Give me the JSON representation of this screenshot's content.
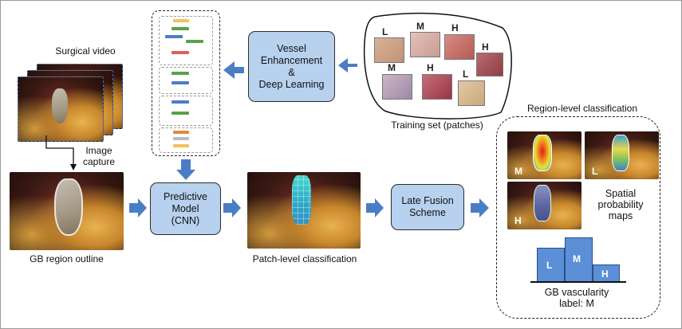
{
  "labels": {
    "surgical_video": "Surgical video",
    "image_capture": "Image\ncapture",
    "gb_region_outline": "GB region outline",
    "patch_level": "Patch-level classification",
    "training_set": "Training set (patches)",
    "region_level": "Region-level classification",
    "spatial_maps": "Spatial\nprobability\nmaps",
    "gb_vascularity": "GB vascularity\nlabel: M"
  },
  "boxes": {
    "vessel": "Vessel\nEnhancement\n&\nDeep Learning",
    "predictive": "Predictive\nModel\n(CNN)",
    "late_fusion": "Late Fusion\nScheme"
  },
  "training_patches": [
    "L",
    "M",
    "H",
    "H",
    "M",
    "H",
    "L"
  ],
  "map_labels": [
    "M",
    "L",
    "H"
  ],
  "bar_labels": [
    "L",
    "M",
    "H"
  ],
  "colors": {
    "arrow": "#4a7ec4",
    "box_fill": "#b7d1ee",
    "bar_fill": "#5b8fd6"
  }
}
